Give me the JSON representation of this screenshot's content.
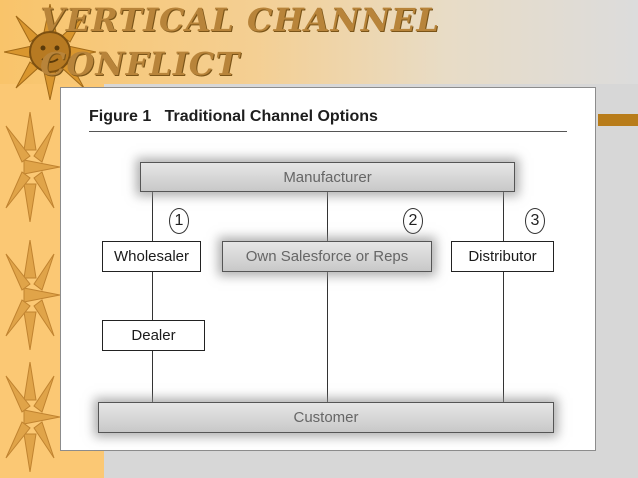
{
  "slide": {
    "title": "VERTICAL CHANNEL\nCONFLICT"
  },
  "figure": {
    "caption": "Figure 1   Traditional Channel Options",
    "nodes": {
      "manufacturer": "Manufacturer",
      "wholesaler": "Wholesaler",
      "own_salesforce": "Own Salesforce or Reps",
      "distributor": "Distributor",
      "dealer": "Dealer",
      "customer": "Customer"
    },
    "options": [
      "1",
      "2",
      "3"
    ]
  },
  "colors": {
    "background_left": "#fbc874",
    "background_right": "#d7d7d7",
    "title_text": "#b8843a",
    "accent_bar": "#b87c1a"
  },
  "icons": [
    "sun-icon"
  ]
}
